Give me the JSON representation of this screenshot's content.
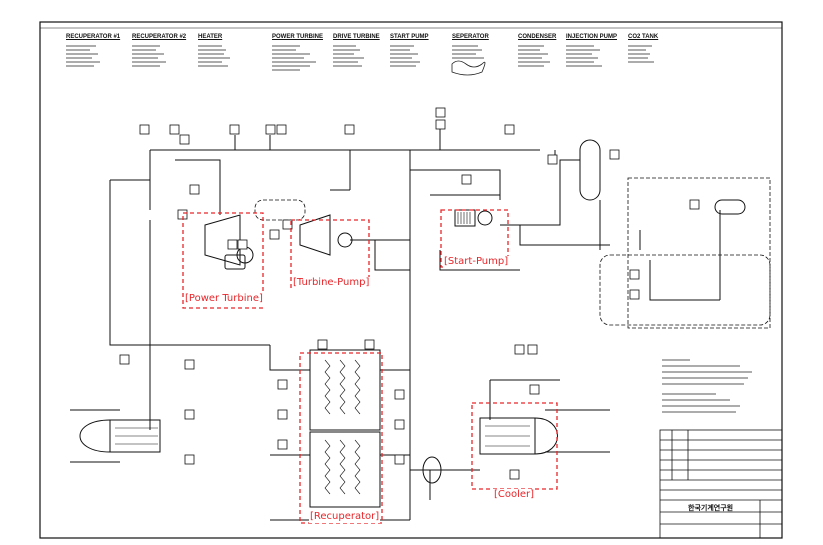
{
  "colors": {
    "ink": "#111111",
    "highlight": "#e8262a",
    "paper": "#ffffff"
  },
  "header_titles": [
    "RECUPERATOR #1",
    "RECUPERATOR #2",
    "HEATER",
    "POWER TURBINE",
    "DRIVE TURBINE",
    "START PUMP",
    "SEPERATOR",
    "CONDENSER",
    "INJECTION PUMP",
    "CO2 TANK"
  ],
  "highlights": {
    "power_turbine": "[Power Turbine]",
    "turbine_pump": "[Turbine-Pump]",
    "start_pump": "[Start-Pump]",
    "recuperator": "[Recuperator]",
    "cooler": "[Cooler]"
  },
  "title_block": {
    "org": "한국기계연구원"
  }
}
